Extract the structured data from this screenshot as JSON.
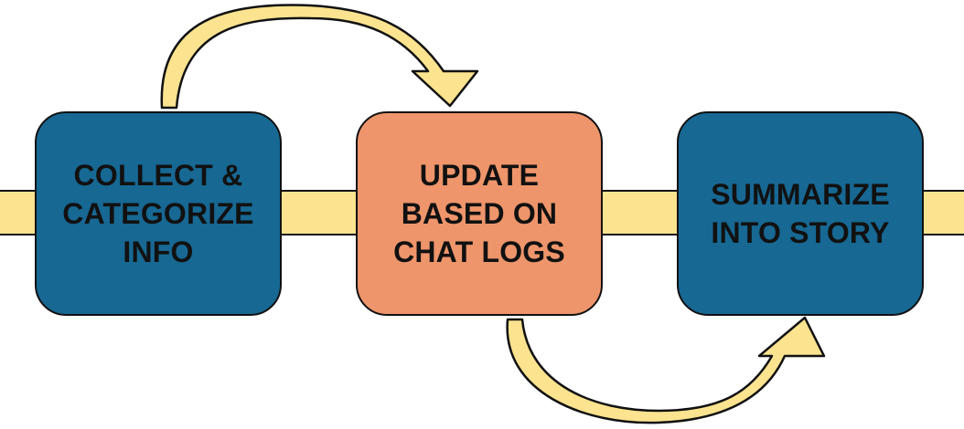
{
  "diagram": {
    "steps": [
      {
        "label": "COLLECT &\nCATEGORIZE\nINFO"
      },
      {
        "label": "UPDATE\nBASED ON\nCHAT LOGS"
      },
      {
        "label": "SUMMARIZE\nINTO STORY"
      }
    ],
    "colors": {
      "band": "#fbe38f",
      "arrow": "#fbe38f",
      "step_blue": "#176893",
      "step_orange": "#ee956b",
      "outline": "#111111"
    }
  }
}
